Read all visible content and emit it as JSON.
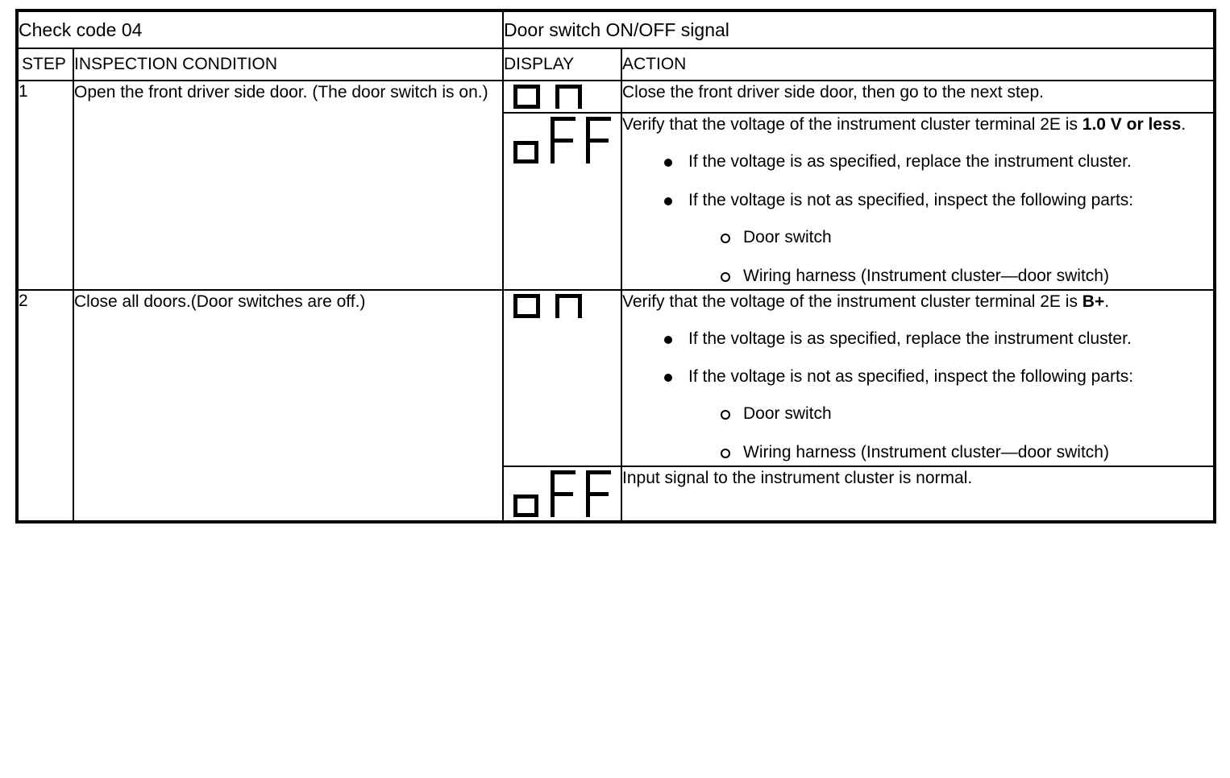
{
  "table": {
    "group_headers": {
      "left": "Check code 04",
      "right": "Door switch ON/OFF signal"
    },
    "column_headers": {
      "step": "STEP",
      "condition": "INSPECTION CONDITION",
      "display": "DISPLAY",
      "action": "ACTION"
    },
    "rows": [
      {
        "step": "1",
        "condition": "Open the front driver side door. (The door switch is on.)",
        "sub_rows": [
          {
            "display_icon": "lcd-on-icon",
            "display_value": "On",
            "action_text": "Close the front driver side door, then go to the next step.",
            "action_bold": "",
            "action_tail": "",
            "bullets": []
          },
          {
            "display_icon": "lcd-off-icon",
            "display_value": "OFF",
            "action_text": "Verify that the voltage of the instrument cluster terminal 2E is ",
            "action_bold": "1.0 V or less",
            "action_tail": ".",
            "bullets": [
              {
                "text": "If the voltage is as specified, replace the instrument cluster.",
                "sub_items": []
              },
              {
                "text": "If the voltage is not as specified, inspect the following parts:",
                "sub_items": [
                  "Door switch",
                  "Wiring harness (Instrument cluster—door switch)"
                ]
              }
            ]
          }
        ]
      },
      {
        "step": "2",
        "condition": "Close all doors.(Door switches are off.)",
        "sub_rows": [
          {
            "display_icon": "lcd-on-icon",
            "display_value": "On",
            "action_text": "Verify that the voltage of the instrument cluster terminal 2E is ",
            "action_bold": "B+",
            "action_tail": ".",
            "bullets": [
              {
                "text": "If the voltage is as specified, replace the instrument cluster.",
                "sub_items": []
              },
              {
                "text": "If the voltage is not as specified, inspect the following parts:",
                "sub_items": [
                  "Door switch",
                  "Wiring harness (Instrument cluster—door switch)"
                ]
              }
            ]
          },
          {
            "display_icon": "lcd-off-icon",
            "display_value": "OFF",
            "action_text": "Input signal to the instrument cluster is normal.",
            "action_bold": "",
            "action_tail": "",
            "bullets": []
          }
        ]
      }
    ]
  },
  "colors": {
    "ink": "#000000",
    "paper": "#ffffff"
  }
}
